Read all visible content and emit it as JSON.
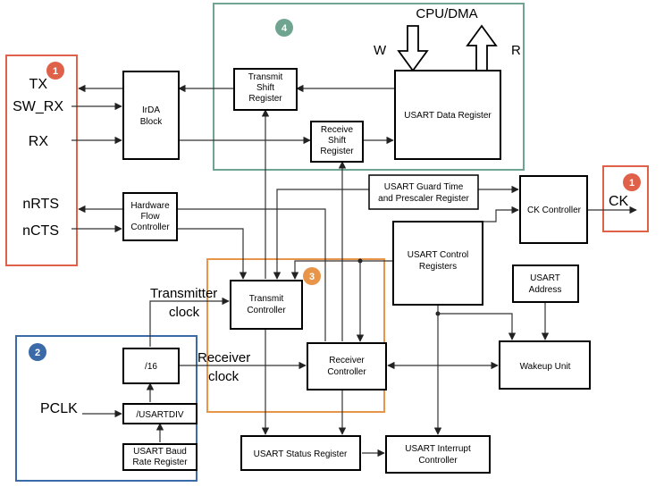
{
  "pins": {
    "tx": "TX",
    "sw_rx": "SW_RX",
    "rx": "RX",
    "nrts": "nRTS",
    "ncts": "nCTS",
    "ck": "CK",
    "pclk": "PCLK"
  },
  "bus": {
    "cpu_dma": "CPU/DMA",
    "w": "W",
    "r": "R"
  },
  "blocks": {
    "irda_1": "IrDA",
    "irda_2": "Block",
    "tx_shift_1": "Transmit",
    "tx_shift_2": "Shift",
    "tx_shift_3": "Register",
    "rx_shift_1": "Receive",
    "rx_shift_2": "Shift",
    "rx_shift_3": "Register",
    "data_reg": "USART Data Register",
    "guard_1": "USART Guard Time",
    "guard_2": "and Prescaler Register",
    "ck_ctrl": "CK Controller",
    "hwflow_1": "Hardware",
    "hwflow_2": "Flow",
    "hwflow_3": "Controller",
    "ctrl_regs_1": "USART Control",
    "ctrl_regs_2": "Registers",
    "addr_1": "USART",
    "addr_2": "Address",
    "tx_ctrl_1": "Transmit",
    "tx_ctrl_2": "Controller",
    "rx_ctrl_1": "Receiver",
    "rx_ctrl_2": "Controller",
    "wakeup": "Wakeup Unit",
    "div16": "/16",
    "usartdiv": "/USARTDIV",
    "baud_1": "USART  Baud",
    "baud_2": "Rate Register",
    "status_reg": "USART Status Register",
    "int_ctrl_1": "USART Interrupt",
    "int_ctrl_2": "Controller"
  },
  "clocks": {
    "tx_1": "Transmitter",
    "tx_2": "clock",
    "rx_1": "Receiver",
    "rx_2": "clock"
  },
  "badges": {
    "pins_left": "1",
    "ck": "1",
    "clock_gen": "2",
    "controllers": "3",
    "data_path": "4"
  },
  "colors": {
    "red": "#e0614a",
    "blue": "#3a6aa8",
    "orange": "#e8954a",
    "green": "#6fa590"
  }
}
